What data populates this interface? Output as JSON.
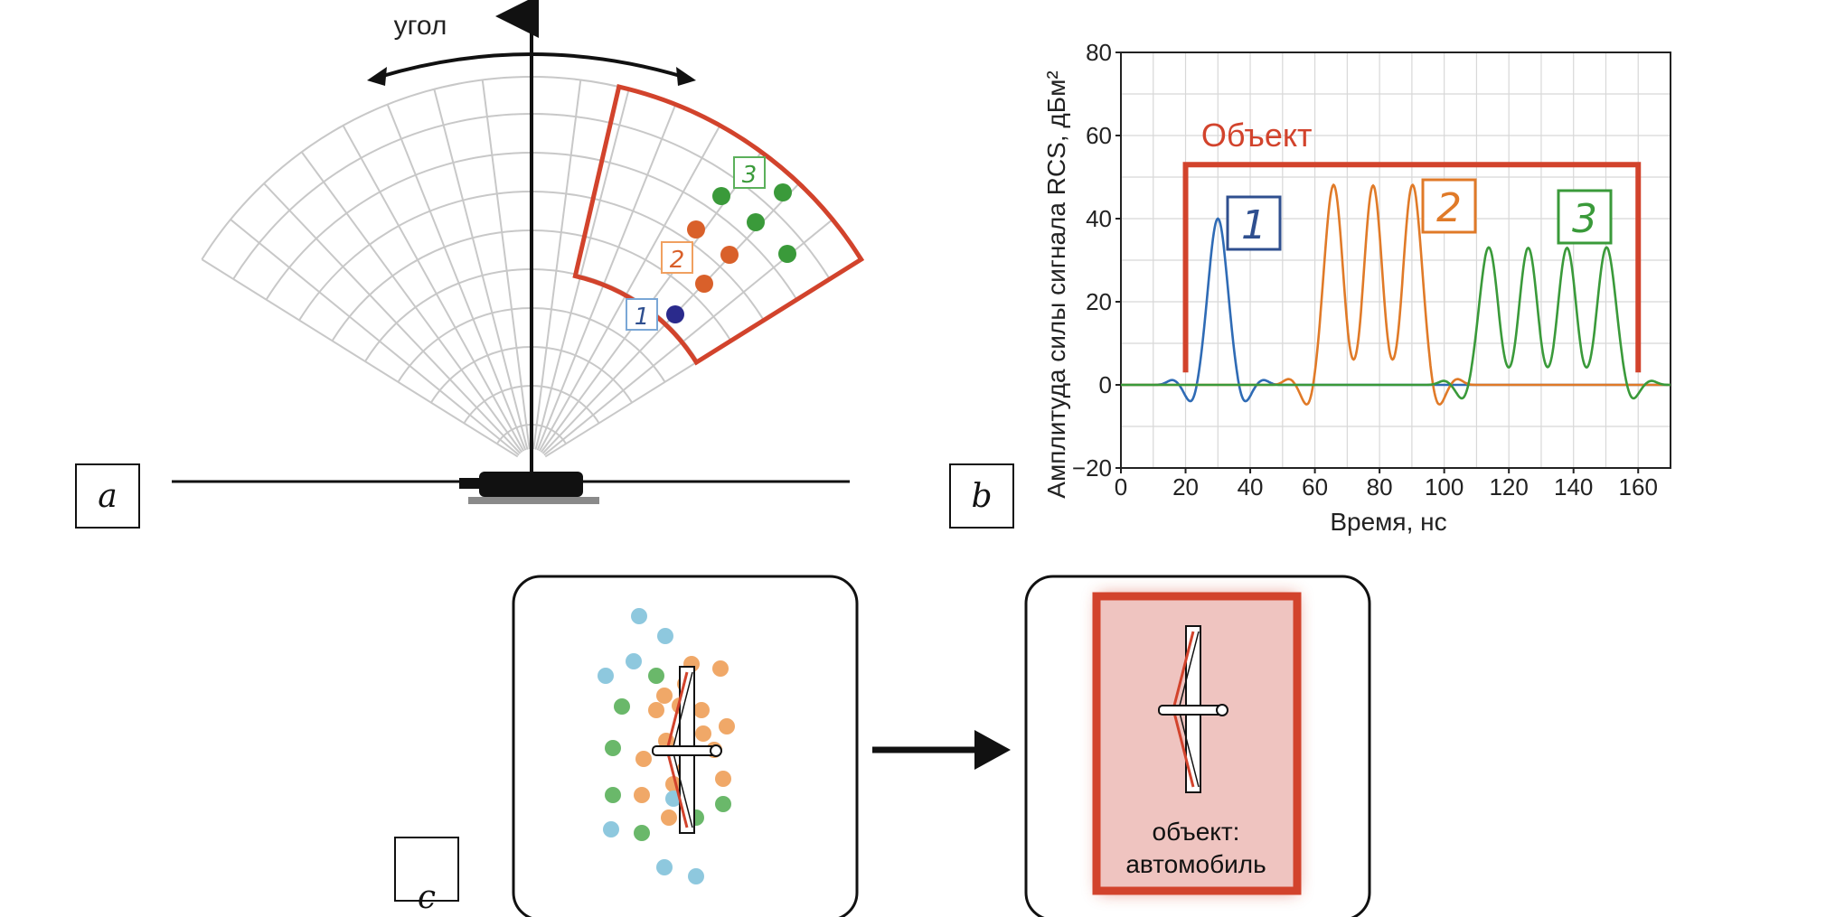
{
  "panel_a": {
    "letter": "a",
    "angle_label": "угол",
    "group_labels": [
      "1",
      "2",
      "3"
    ],
    "colors": {
      "grid": "#c8c8c8",
      "selection": "#d2432c",
      "g1": "#2a2a8c",
      "g2": "#d9602a",
      "g3": "#3a9a3a"
    }
  },
  "panel_b": {
    "letter": "b",
    "object_label": "Объект",
    "badges": [
      "1",
      "2",
      "3"
    ]
  },
  "panel_c": {
    "letter": "c",
    "result_line1": "объект:",
    "result_line2": "автомобиль"
  },
  "chart_data": {
    "type": "line",
    "xlabel": "Время, нс",
    "ylabel": "Амплитуда силы сигнала RCS, дБм²",
    "xlim": [
      0,
      170
    ],
    "ylim": [
      -20,
      80
    ],
    "x_ticks": [
      0,
      20,
      40,
      60,
      80,
      100,
      120,
      140,
      160
    ],
    "y_ticks": [
      -20,
      0,
      20,
      40,
      60,
      80
    ],
    "grid": true,
    "series": [
      {
        "color": "#2f6bb5",
        "pulse_centers": [
          30
        ],
        "peaks": [
          40
        ]
      },
      {
        "color": "#e07a28",
        "pulse_centers": [
          66,
          78,
          90
        ],
        "peaks": [
          48,
          48,
          48
        ]
      },
      {
        "color": "#3a9a3a",
        "pulse_centers": [
          114,
          126,
          138,
          150
        ],
        "peaks": [
          33,
          33,
          33,
          33
        ]
      }
    ],
    "object_span": [
      20,
      160
    ]
  }
}
